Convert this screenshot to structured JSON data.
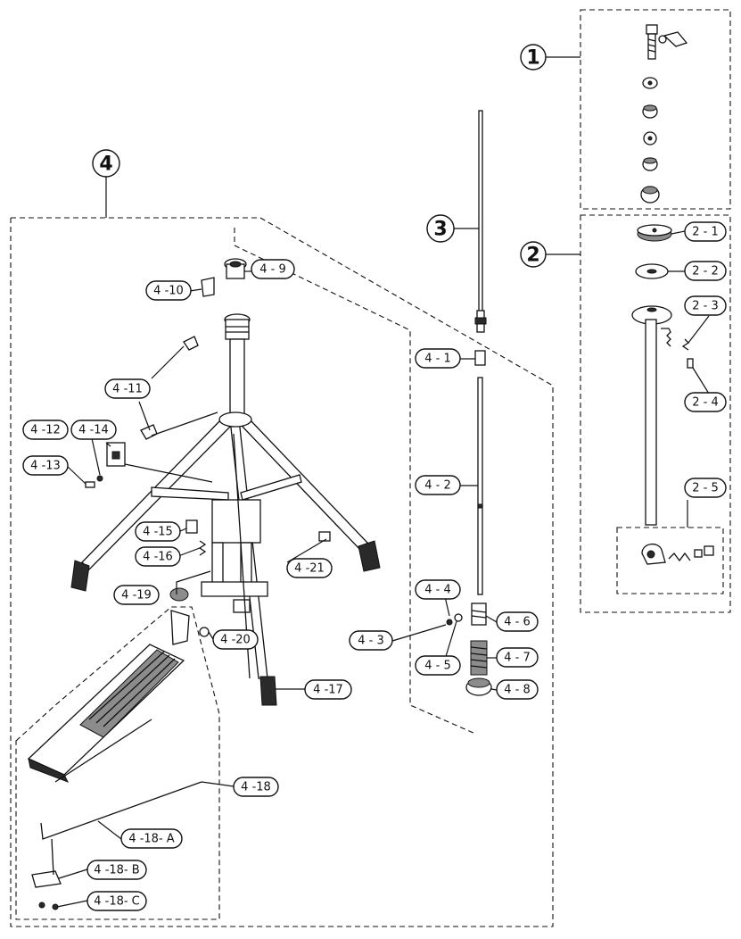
{
  "group_numbers": {
    "g1": "1",
    "g2": "2",
    "g3": "3",
    "g4": "4"
  },
  "labels": {
    "p2_1": "2 - 1",
    "p2_2": "2 - 2",
    "p2_3": "2 - 3",
    "p2_4": "2 - 4",
    "p2_5": "2 - 5",
    "p4_1": "4 - 1",
    "p4_2": "4 - 2",
    "p4_3": "4 - 3",
    "p4_4": "4 - 4",
    "p4_5": "4 - 5",
    "p4_6": "4 - 6",
    "p4_7": "4 - 7",
    "p4_8": "4 - 8",
    "p4_9": "4 - 9",
    "p4_10": "4 -10",
    "p4_11": "4 -11",
    "p4_12": "4 -12",
    "p4_13": "4 -13",
    "p4_14": "4 -14",
    "p4_15": "4 -15",
    "p4_16": "4 -16",
    "p4_17": "4 -17",
    "p4_18": "4 -18",
    "p4_18a": "4 -18- A",
    "p4_18b": "4 -18- B",
    "p4_18c": "4 -18- C",
    "p4_19": "4 -19",
    "p4_20": "4 -20",
    "p4_21": "4 -21"
  }
}
